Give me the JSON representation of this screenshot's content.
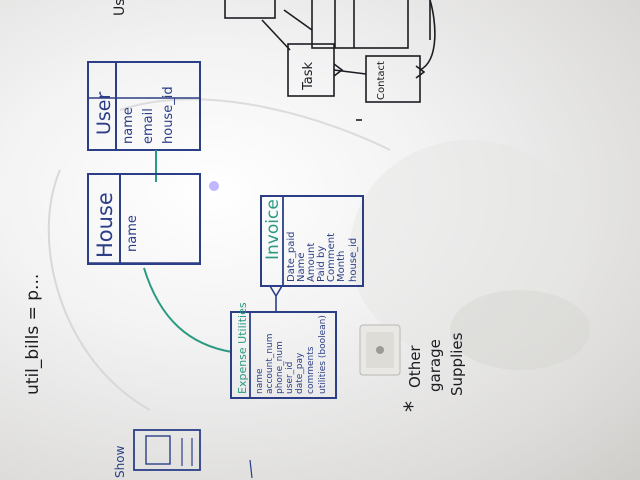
{
  "whiteboard": {
    "left_formula": "util_bills = p...",
    "top_label": "Us",
    "house": {
      "title": "House",
      "field": "name"
    },
    "user": {
      "title": "User",
      "fields": [
        "name",
        "email",
        "house_id"
      ]
    },
    "invoice": {
      "title": "Invoice",
      "fields": [
        "Date_paid",
        "Name",
        "Amount",
        "Paid by",
        "Comment",
        "Month",
        "house_id"
      ]
    },
    "expense": {
      "title": "Expense Utilities",
      "fields": [
        "name",
        "account_num",
        "phone_num",
        "user_id",
        "date_pay",
        "comments",
        "utilities (boolean)"
      ]
    },
    "top_right": {
      "task": "Task",
      "contact": "Contact"
    },
    "bottom_left": {
      "show": "Show"
    },
    "note": {
      "star": "*",
      "lines": [
        "Other",
        "garage",
        "Supplies"
      ]
    }
  },
  "colors": {
    "blue_marker": "#2c3f86",
    "green_marker": "#2a9a80",
    "black_marker": "#1c1c22"
  }
}
